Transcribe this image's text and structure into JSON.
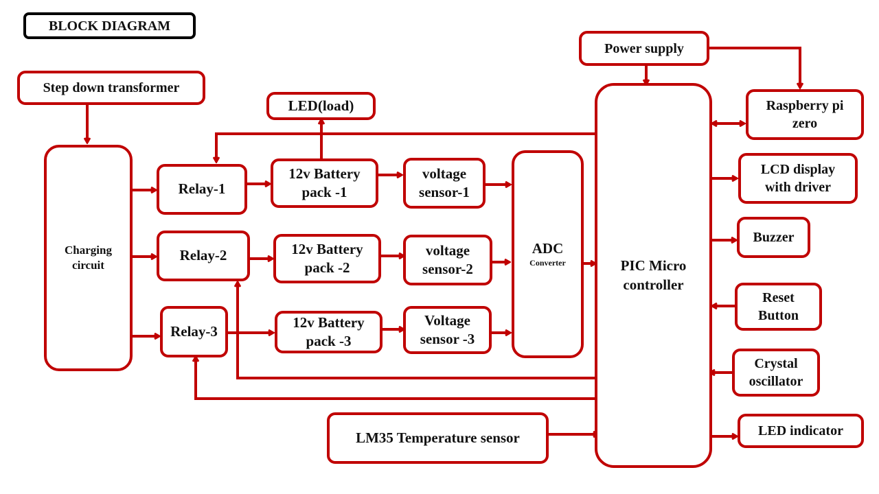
{
  "title": "BLOCK DIAGRAM",
  "colors": {
    "wire": "#c00000",
    "title_border": "#000000",
    "text": "#111111"
  },
  "blocks": {
    "step_down_transformer": "Step down transformer",
    "charging_circuit": "Charging circuit",
    "relay_1": "Relay-1",
    "relay_2": "Relay-2",
    "relay_3": "Relay-3",
    "led_load": "LED(load)",
    "battery_1": "12v Battery pack -1",
    "battery_2": "12v Battery pack -2",
    "battery_3": "12v Battery pack -3",
    "voltage_sensor_1": "voltage sensor-1",
    "voltage_sensor_2": "voltage sensor-2",
    "voltage_sensor_3": "Voltage sensor -3",
    "adc_title": "ADC",
    "adc_subtitle": "Converter",
    "power_supply": "Power supply",
    "pic": "PIC Micro controller",
    "raspberry_pi": "Raspberry pi zero",
    "lcd": "LCD display with driver",
    "buzzer": "Buzzer",
    "reset": "Reset Button",
    "crystal": "Crystal oscillator",
    "led_indicator": "LED indicator",
    "lm35": "LM35 Temperature sensor"
  },
  "connections": [
    {
      "from": "Step down transformer",
      "to": "Charging circuit"
    },
    {
      "from": "Charging circuit",
      "to": "Relay-1"
    },
    {
      "from": "Charging circuit",
      "to": "Relay-2"
    },
    {
      "from": "Charging circuit",
      "to": "Relay-3"
    },
    {
      "from": "Relay-1",
      "to": "12v Battery pack -1"
    },
    {
      "from": "Relay-2",
      "to": "12v Battery pack -2"
    },
    {
      "from": "Relay-3",
      "to": "12v Battery pack -3"
    },
    {
      "from": "12v Battery pack -1",
      "to": "LED(load)"
    },
    {
      "from": "12v Battery pack -1",
      "to": "voltage sensor-1"
    },
    {
      "from": "12v Battery pack -2",
      "to": "voltage sensor-2"
    },
    {
      "from": "12v Battery pack -3",
      "to": "Voltage sensor -3"
    },
    {
      "from": "voltage sensor-1",
      "to": "ADC Converter"
    },
    {
      "from": "voltage sensor-2",
      "to": "ADC Converter"
    },
    {
      "from": "Voltage sensor -3",
      "to": "ADC Converter"
    },
    {
      "from": "ADC Converter",
      "to": "PIC Micro controller"
    },
    {
      "from": "PIC Micro controller",
      "to": "Relay-1"
    },
    {
      "from": "PIC Micro controller",
      "to": "Relay-2"
    },
    {
      "from": "PIC Micro controller",
      "to": "Relay-3"
    },
    {
      "from": "LM35 Temperature sensor",
      "to": "PIC Micro controller"
    },
    {
      "from": "Power supply",
      "to": "PIC Micro controller"
    },
    {
      "from": "Power supply",
      "to": "Raspberry pi zero"
    },
    {
      "from": "PIC Micro controller",
      "to": "Raspberry pi zero",
      "bidirectional": true
    },
    {
      "from": "PIC Micro controller",
      "to": "LCD display with driver"
    },
    {
      "from": "PIC Micro controller",
      "to": "Buzzer"
    },
    {
      "from": "Reset Button",
      "to": "PIC Micro controller"
    },
    {
      "from": "Crystal oscillator",
      "to": "PIC Micro controller"
    },
    {
      "from": "PIC Micro controller",
      "to": "LED indicator"
    }
  ]
}
